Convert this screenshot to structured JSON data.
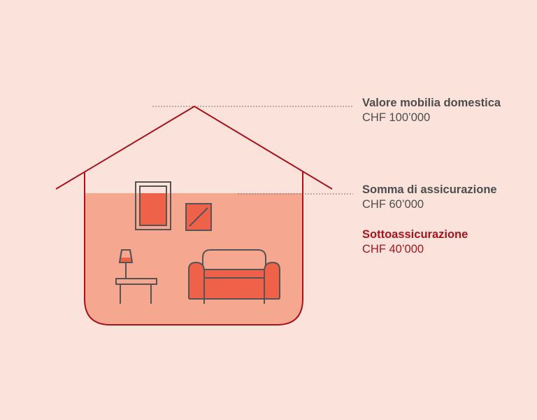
{
  "household_value": {
    "title": "Valore mobilia domestica",
    "amount": "CHF 100’000"
  },
  "insured_sum": {
    "title": "Somma di assicurazione",
    "amount": "CHF 60’000"
  },
  "underinsurance": {
    "title": "Sottoassicurazione",
    "amount": "CHF 40’000"
  },
  "insured_fraction": 0.6,
  "colors": {
    "background": "#fbe3dc",
    "house_outline": "#a8141c",
    "insured_fill": "#f5a88f",
    "furniture_fill": "#ef6249",
    "furniture_outline": "#555555",
    "text": "#4d4d4d",
    "accent_text": "#a8141c"
  },
  "icons": [
    "house-icon",
    "picture-frame-icon",
    "small-frame-icon",
    "table-lamp-icon",
    "side-table-icon",
    "sofa-icon"
  ]
}
